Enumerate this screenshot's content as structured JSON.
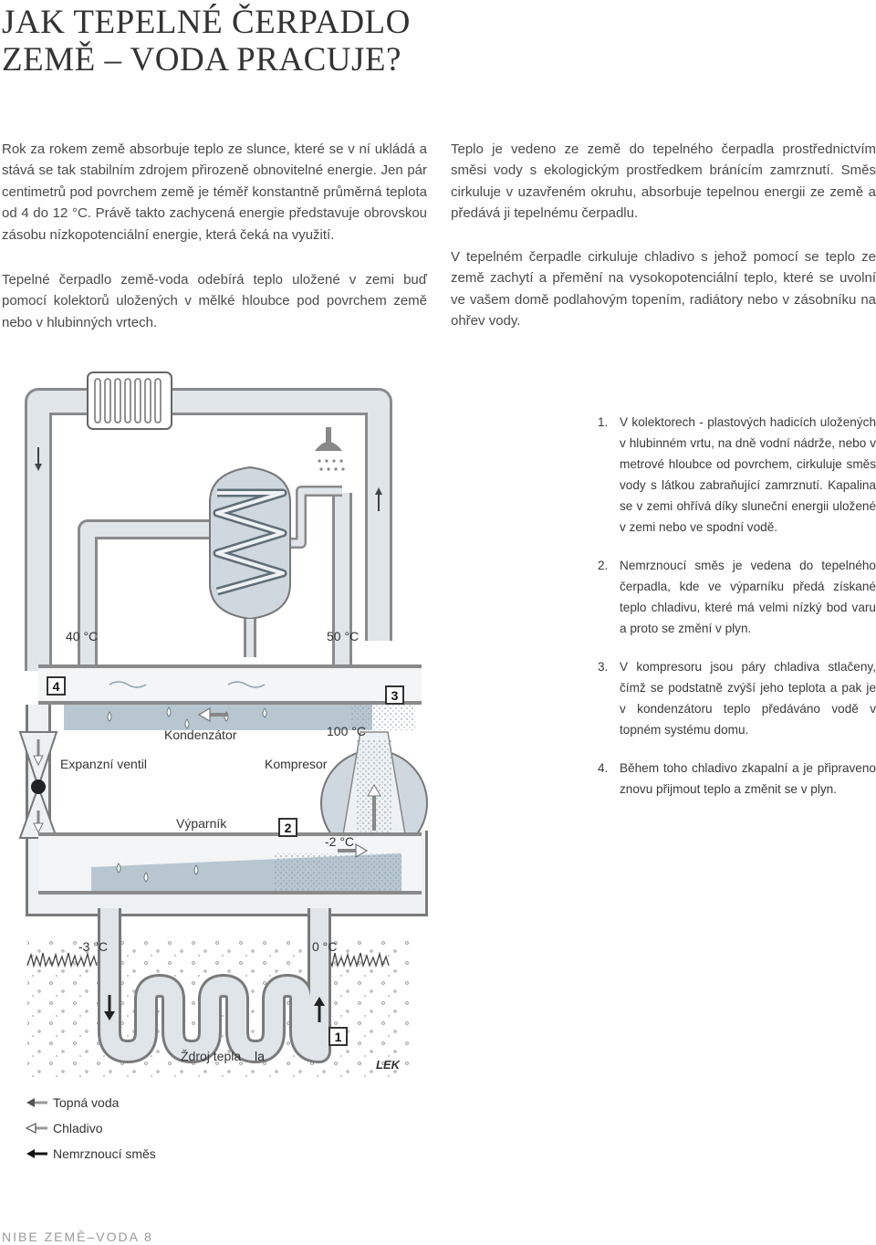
{
  "title": {
    "line1": "JAK TEPELNÉ ČERPADLO",
    "line2": "ZEMĚ – VODA PRACUJE?"
  },
  "intro": {
    "p1": "Rok za rokem země absorbuje teplo ze slunce, které se v ní ukládá a stává se tak stabilním zdrojem přirozeně obnovitelné energie. Jen pár centimetrů pod povrchem země je téměř konstantně průměrná teplota od 4 do 12 °C. Právě takto zachycená energie představuje obrovskou zásobu nízkopotenciální energie, která čeká na využití.",
    "p2": "Tepelné čerpadlo země-voda odebírá teplo uložené v zemi buď pomocí kolektorů uložených v mělké hloubce pod povrchem země nebo v hlubinných vrtech.",
    "p3": "Teplo je vedeno ze země do tepelného čerpadla prostřednictvím směsi vody s ekologickým prostředkem bránícím zamrznutí. Směs cirkuluje v uzavřeném okruhu, absorbuje tepelnou energii ze země a předává ji tepelnému čerpadlu.",
    "p4": "V tepelném čerpadle cirkuluje chladivo s jehož pomocí se teplo ze země zachytí a přemění na vysokopotenciální teplo, které se uvolní ve vašem domě podlahovým topením, radiátory nebo v zásobníku na ohřev vody."
  },
  "diagram": {
    "temp_40": "40 °C",
    "temp_50": "50 °C",
    "temp_100": "100 °C",
    "temp_minus2": "-2 °C",
    "temp_minus3": "-3 °C",
    "temp_0": "0 °C",
    "label_kondenzator": "Kondenzátor",
    "label_expanzni": "Expanzní ventil",
    "label_kompresor": "Kompresor",
    "label_vyparnik": "Výparník",
    "label_zdroj": "Ždroj tepla",
    "label_la": "la",
    "label_lek": "LEK",
    "badge_1": "1",
    "badge_2": "2",
    "badge_3": "3",
    "badge_4": "4"
  },
  "steps": [
    {
      "num": "1.",
      "text": "V kolektorech - plastových hadicích uložených v hlubinném vrtu, na dně vodní nádrže, nebo v metrové hloubce od povrchem, cirkuluje směs vody s látkou zabraňující zamrznutí. Kapalina se v zemi ohřívá díky sluneční energii uložené v zemi nebo ve spodní vodě."
    },
    {
      "num": "2.",
      "text": "Nemrznoucí směs je vedena do tepelného čerpadla, kde ve výparníku předá získané teplo chladivu, které má velmi nízký bod varu a proto se změní v plyn."
    },
    {
      "num": "3.",
      "text": "V kompresoru jsou páry chladiva stlačeny, čímž se podstatně zvýší jeho teplota a pak je v kondenzátoru teplo předáváno vodě v topném systému domu."
    },
    {
      "num": "4.",
      "text": "Během toho chladivo zkapalní a je připraveno znovu přijmout teplo a změnit se v plyn."
    }
  ],
  "legend": {
    "topna_voda": "Topná voda",
    "chladivo": "Chladivo",
    "nemrznouci": "Nemrznoucí směs"
  },
  "footer": "NIBE ZEMĚ–VODA 8"
}
